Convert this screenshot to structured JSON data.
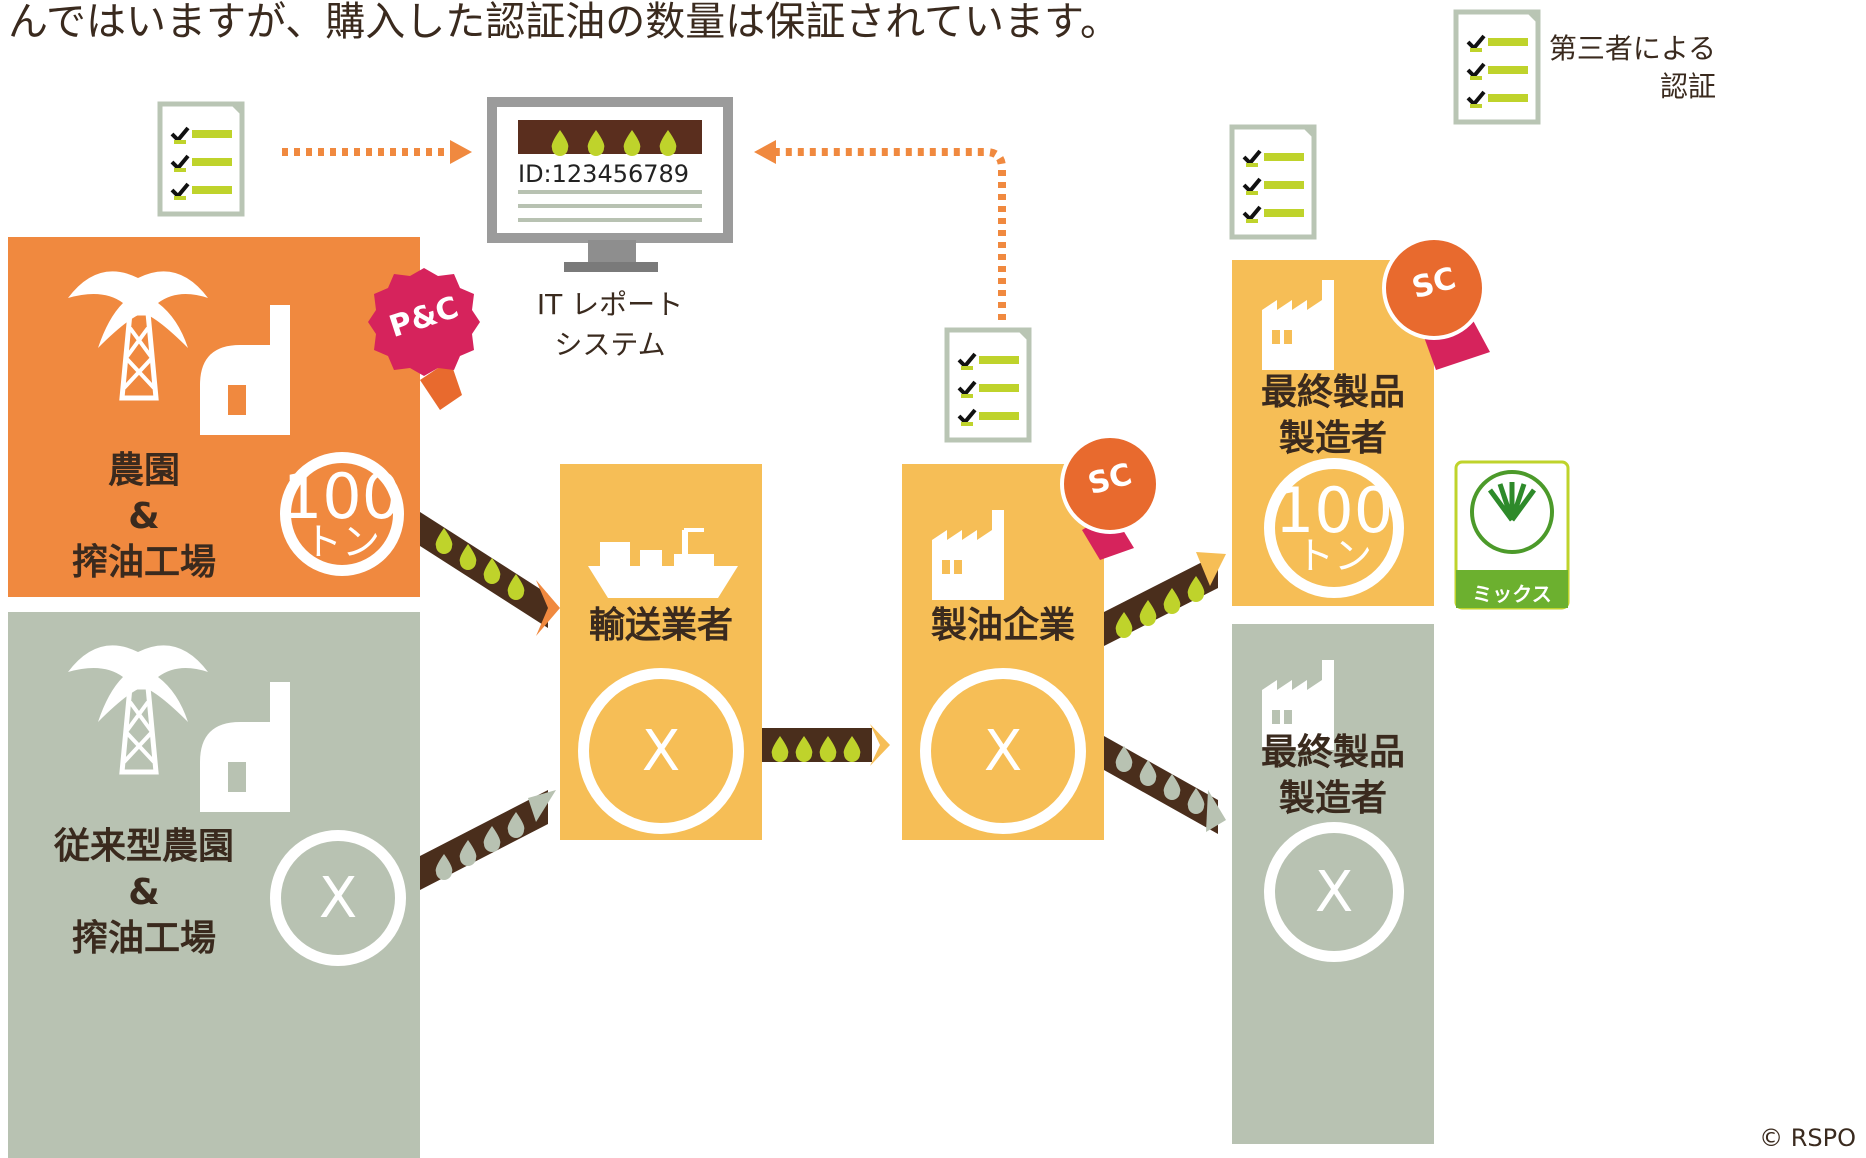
{
  "header": {
    "text": "んではいますが、購入した認証油の数量は保証されています。"
  },
  "legend": {
    "label": "第三者による\n認証",
    "icon": "checklist-icon"
  },
  "it_system": {
    "id_text": "ID:123456789",
    "label": "IT レポート\nシステム"
  },
  "nodes": {
    "plantation_certified": {
      "label": "農園\n&\n搾油工場",
      "value": "100",
      "unit": "トン",
      "badge": "P&C"
    },
    "plantation_conventional": {
      "label": "従来型農園\n&\n搾油工場",
      "value": "X"
    },
    "transporter": {
      "label": "輸送業者",
      "value": "X"
    },
    "refinery": {
      "label": "製油企業",
      "value": "X",
      "badge": "SC"
    },
    "manufacturer_certified": {
      "label": "最終製品\n製造者",
      "value": "100",
      "unit": "トン",
      "badge": "SC"
    },
    "manufacturer_conventional": {
      "label": "最終製品\n製造者",
      "value": "X"
    }
  },
  "rspo_label": {
    "text": "ミックス"
  },
  "copyright": "© RSPO",
  "colors": {
    "orange": "#f0893f",
    "grey": "#b8c2b2",
    "yellow": "#f6be56",
    "brown": "#4a2e1c",
    "green": "#bfd32b",
    "red": "#d6235c",
    "sc_orange": "#e86a2e"
  }
}
